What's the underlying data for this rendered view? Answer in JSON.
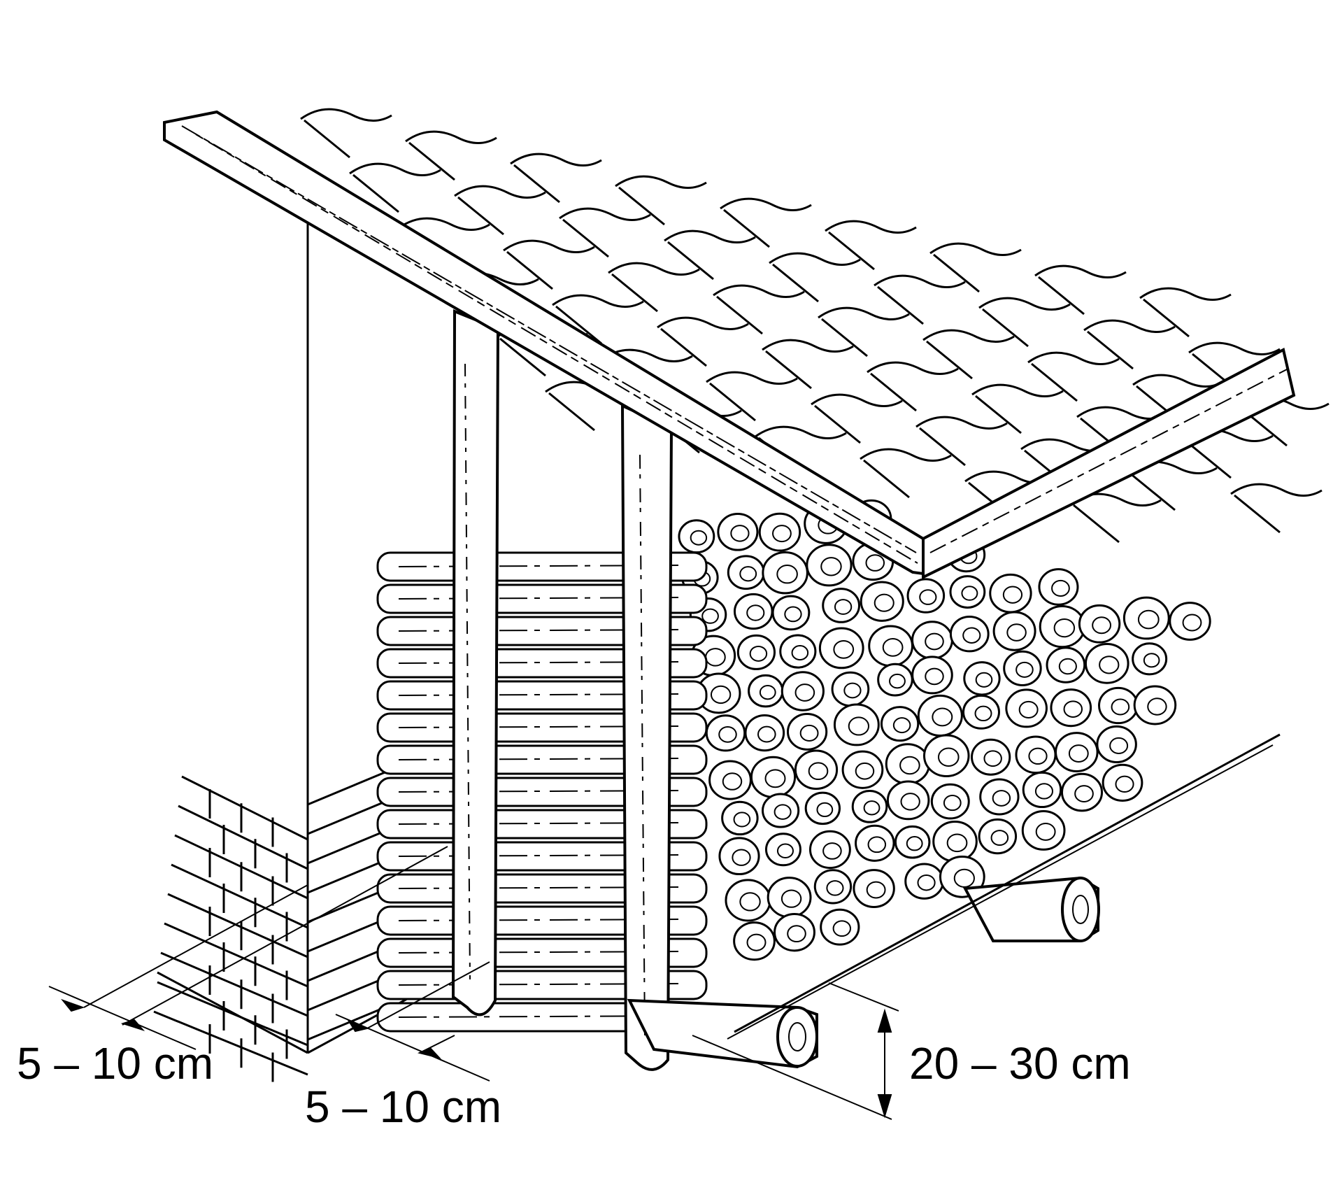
{
  "diagram": {
    "dimensions": {
      "wall_gap": "5 – 10 cm",
      "post_gap": "5 – 10 cm",
      "ground_clearance": "20 – 30 cm"
    }
  },
  "colors": {
    "ink": "#000000",
    "paper": "#ffffff"
  }
}
